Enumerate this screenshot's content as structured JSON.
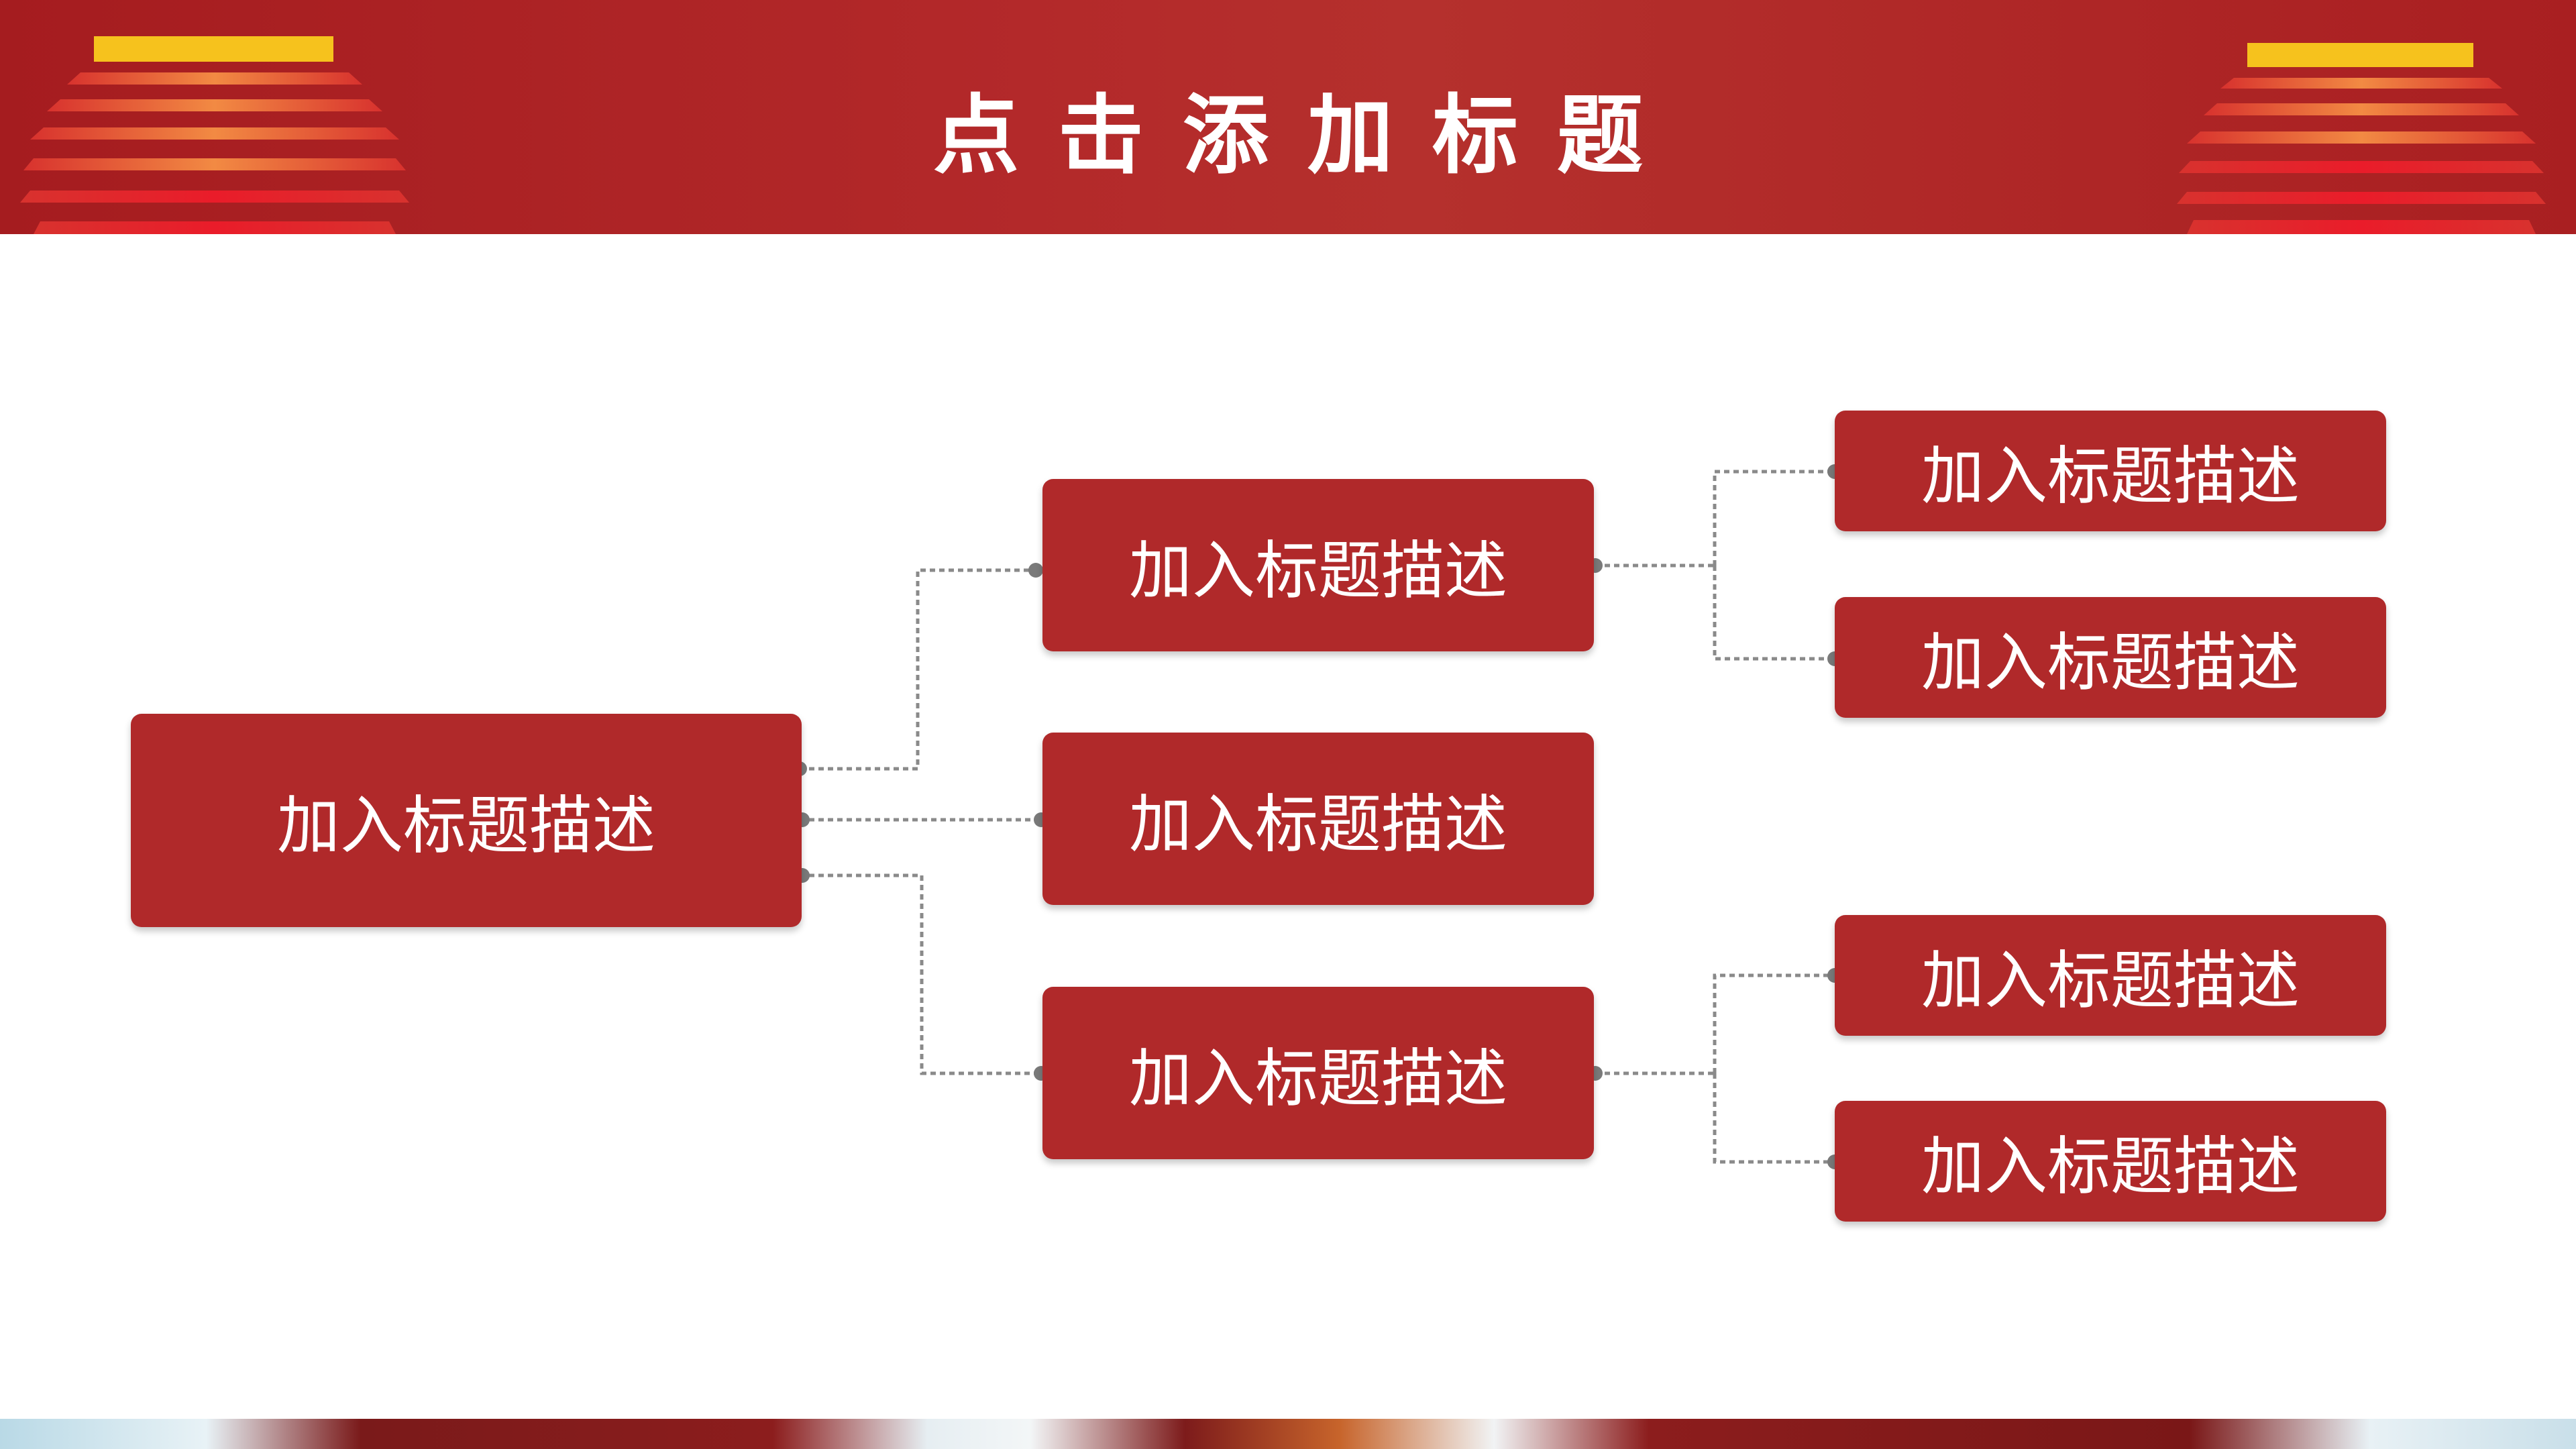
{
  "header": {
    "title": "点击添加标题"
  },
  "colors": {
    "banner_red": "#b0292a",
    "node_red": "#b0292a",
    "connector_gray": "#8a8a8a",
    "lantern_yellow": "#f6c21d"
  },
  "diagram": {
    "root": {
      "label": "加入标题描述"
    },
    "branches": [
      {
        "label": "加入标题描述",
        "children": [
          {
            "label": "加入标题描述"
          },
          {
            "label": "加入标题描述"
          }
        ]
      },
      {
        "label": "加入标题描述",
        "children": []
      },
      {
        "label": "加入标题描述",
        "children": [
          {
            "label": "加入标题描述"
          },
          {
            "label": "加入标题描述"
          }
        ]
      }
    ]
  }
}
